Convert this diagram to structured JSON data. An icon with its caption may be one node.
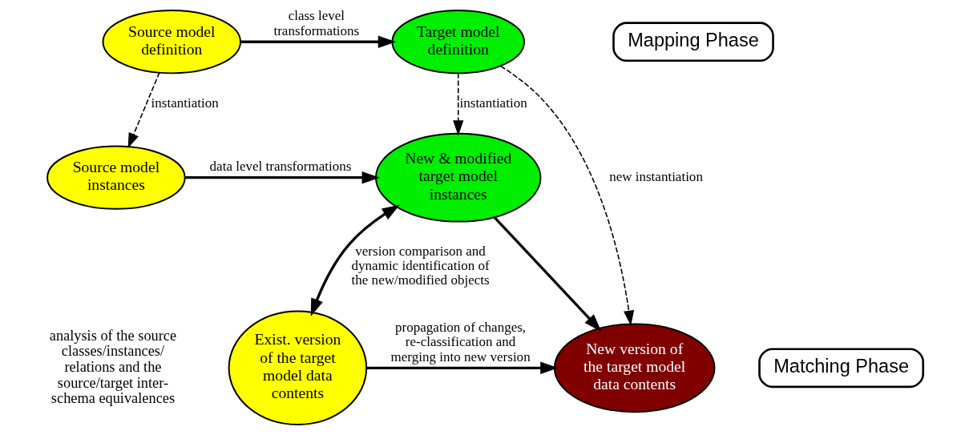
{
  "diagram": {
    "nodes": [
      {
        "text": [
          "Source model definition"
        ]
      },
      {
        "text": [
          "Target model definition"
        ]
      },
      {
        "text": [
          "Source model instances"
        ]
      },
      {
        "text": [
          "New & modified target model instances"
        ]
      },
      {
        "text": [
          "New version of the target model data contents"
        ]
      },
      {
        "text": [
          "Exist. version of the target model data contents"
        ]
      },
      {
        "text": [
          "Mapping Phase"
        ]
      },
      {
        "text": [
          "Matching Phase"
        ]
      }
    ],
    "edges": [
      {
        "from": 0,
        "to": 1,
        "arrow": "to",
        "label": "class level transformations"
      },
      {
        "from": 0,
        "to": 2,
        "arrow": "to",
        "label": "instantiation",
        "style": "dashed"
      },
      {
        "from": 1,
        "to": 3,
        "arrow": "to",
        "label": "instantiation",
        "style": "dashed"
      },
      {
        "from": 1,
        "to": 4,
        "arrow": "to",
        "label": "new instantiation",
        "style": "dashed"
      },
      {
        "from": 2,
        "to": 3,
        "arrow": "to",
        "label": "data level transformations"
      },
      {
        "from": 3,
        "to": 4,
        "arrow": "to"
      },
      {
        "from": 3,
        "to": 5,
        "arrow": "both",
        "label": "version comparison and dynamic identification of the new/modified objects"
      },
      {
        "from": 5,
        "to": 4,
        "arrow": "to",
        "label": "propagation of changes, re-classification and merging into new version"
      }
    ],
    "labels": [
      "analysis of the source classes/instances/ relations and the source/target inter-schema equivalences"
    ]
  }
}
